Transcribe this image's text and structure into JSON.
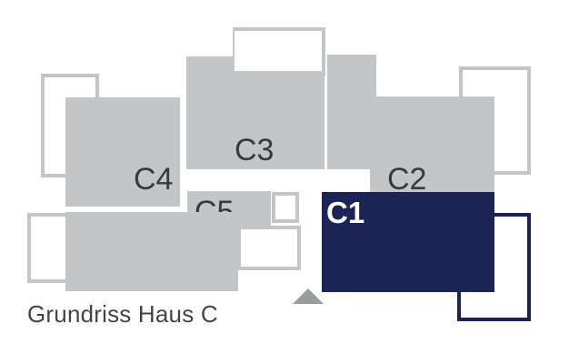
{
  "plan": {
    "caption": "Grundriss Haus C",
    "units": [
      {
        "id": "C1",
        "label": "C1",
        "selected": true
      },
      {
        "id": "C2",
        "label": "C2",
        "selected": false
      },
      {
        "id": "C3",
        "label": "C3",
        "selected": false
      },
      {
        "id": "C4",
        "label": "C4",
        "selected": false
      },
      {
        "id": "C5",
        "label": "C5",
        "selected": false
      }
    ],
    "compass_icon": "north-triangle-icon"
  },
  "colors": {
    "unit_fill": "#c4c5c7",
    "unit_outline": "#c4c5c7",
    "selected_fill": "#1c2457",
    "selected_outline": "#1c2457",
    "label_dark": "#3a3a3a",
    "label_selected": "#ffffff",
    "caption": "#444444"
  }
}
